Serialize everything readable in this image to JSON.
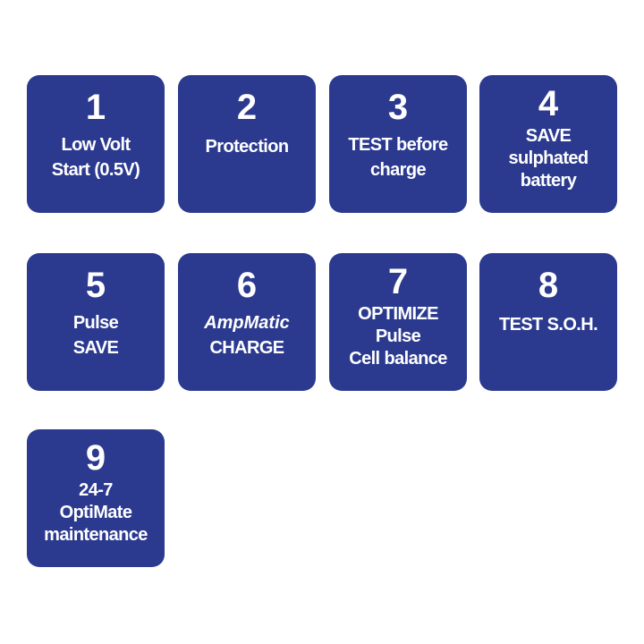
{
  "tiles": [
    {
      "number": "1",
      "lines": [
        "Low Volt",
        "Start (0.5V)"
      ]
    },
    {
      "number": "2",
      "lines": [
        "Protection"
      ]
    },
    {
      "number": "3",
      "lines": [
        "TEST before",
        "charge"
      ]
    },
    {
      "number": "4",
      "lines": [
        "SAVE",
        "sulphated",
        "battery"
      ]
    },
    {
      "number": "5",
      "lines": [
        "Pulse",
        "SAVE"
      ]
    },
    {
      "number": "6",
      "lines": [
        "AmpMatic",
        "CHARGE"
      ]
    },
    {
      "number": "7",
      "lines": [
        "OPTIMIZE",
        "Pulse",
        "Cell balance"
      ]
    },
    {
      "number": "8",
      "lines": [
        "TEST S.O.H."
      ]
    },
    {
      "number": "9",
      "lines": [
        "24-7",
        "OptiMate",
        "maintenance"
      ]
    }
  ],
  "colors": {
    "tile_background": "#2b3a8f",
    "tile_text": "#ffffff",
    "page_background": "#ffffff"
  }
}
